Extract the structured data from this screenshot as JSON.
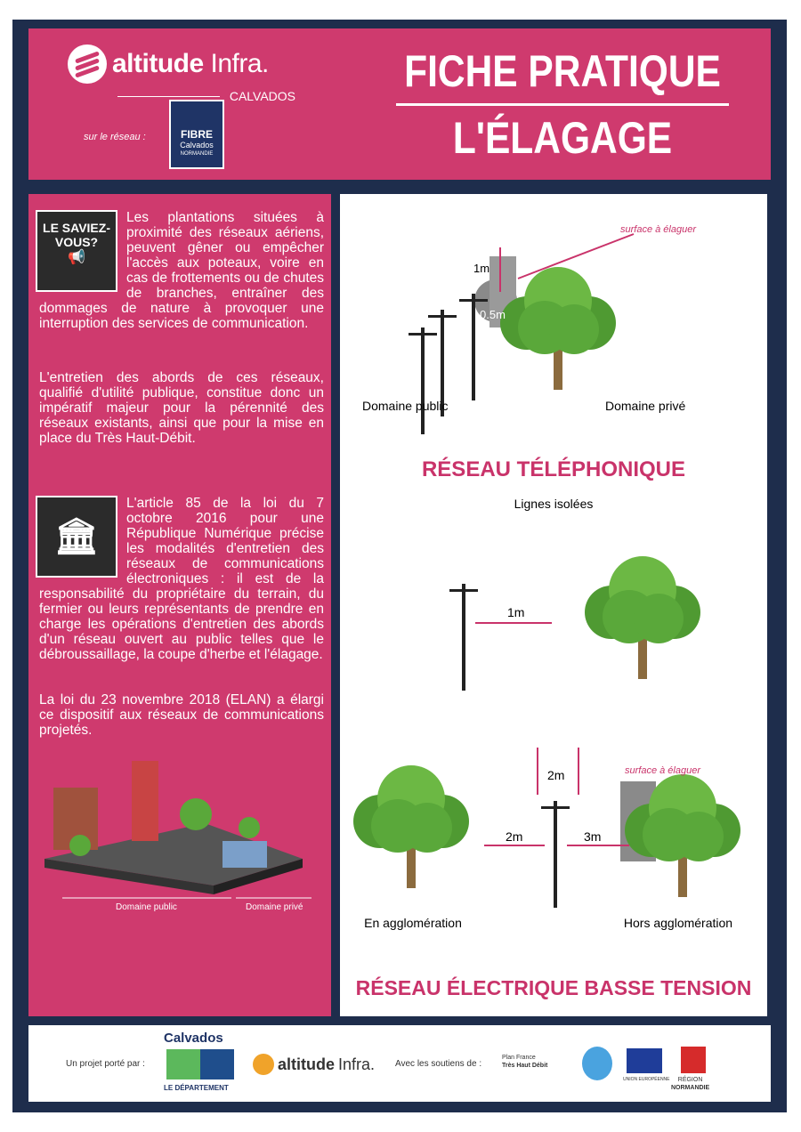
{
  "header": {
    "brand": "altitude",
    "brand_suffix": "Infra.",
    "brand_sub": "CALVADOS",
    "network_label": "sur le réseau :",
    "fibre_logo": {
      "line1": "FIBRE",
      "line2": "Calvados",
      "line3": "NORMANDIE"
    },
    "title_line1": "FICHE PRATIQUE",
    "title_line2": "L'ÉLAGAGE"
  },
  "left": {
    "box1": "LE SAVIEZ-VOUS?",
    "p1": "Les plantations situées à proximité des réseaux aériens, peuvent gêner ou empêcher l'accès aux poteaux, voire en cas de frottements ou de chutes de branches, entraîner des dommages de nature à provoquer une interruption des services de communication.",
    "p2": "L'entretien des abords de ces réseaux, qualifié d'utilité publique, constitue donc un impératif majeur pour la pérennité des réseaux existants, ainsi que pour la mise en place du Très Haut-Débit.",
    "p3": "L'article 85 de la loi du 7 octobre 2016 pour une République Numérique précise les modalités d'entretien des réseaux de communications électroniques : il est de la responsabilité du propriétaire du terrain, du fermier ou leurs représentants de prendre en charge les opérations d'entretien des abords d'un réseau ouvert au public telles que le débroussaillage, la coupe d'herbe et l'élagage.",
    "p4": "La loi du 23 novembre 2018 (ELAN) a élargi ce dispositif aux réseaux de communications projetés.",
    "illus_public": "Domaine public",
    "illus_private": "Domaine privé"
  },
  "right": {
    "tel": {
      "surface": "surface à élaguer",
      "d1": "1m",
      "d2": "0.5m",
      "public": "Domaine public",
      "private": "Domaine privé",
      "title": "RÉSEAU TÉLÉPHONIQUE"
    },
    "iso": {
      "title": "Lignes isolées",
      "d": "1m"
    },
    "elec": {
      "surface": "surface à élaguer",
      "d_top": "2m",
      "d_left": "2m",
      "d_right": "3m",
      "left_label": "En agglomération",
      "right_label": "Hors agglomération",
      "title": "RÉSEAU ÉLECTRIQUE BASSE TENSION"
    }
  },
  "footer": {
    "carried_by": "Un projet porté par :",
    "calvados": "Calvados",
    "departement": "LE DÉPARTEMENT",
    "altitude": "altitude",
    "infra": "Infra.",
    "support": "Avec les soutiens de :",
    "plan1": "Plan France",
    "plan2": "Très Haut Débit",
    "eu": "UNION EUROPÉENNE",
    "region1": "RÉGION",
    "region2": "NORMANDIE"
  },
  "colors": {
    "pink": "#cf3a6e",
    "navy": "#1e2d4c",
    "tree": "#5aa83a"
  }
}
